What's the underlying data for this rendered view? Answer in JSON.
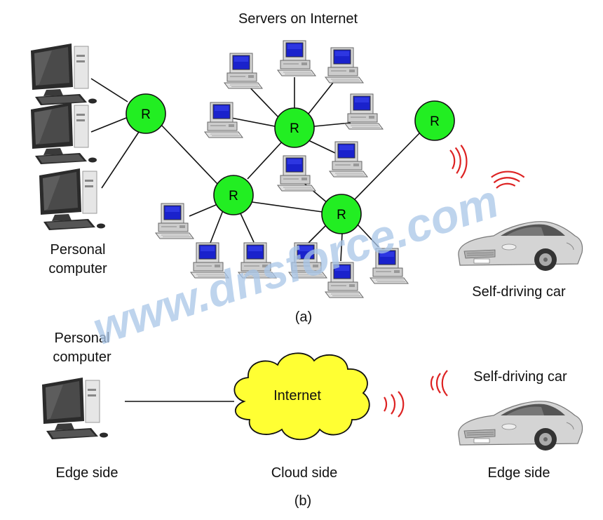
{
  "part_a": {
    "title": "Servers on Internet",
    "router_label": "R",
    "pc_label_line1": "Personal",
    "pc_label_line2": "computer",
    "car_label": "Self-driving car",
    "caption": "(a)"
  },
  "part_b": {
    "pc_label_line1": "Personal",
    "pc_label_line2": "computer",
    "cloud_label": "Internet",
    "car_label": "Self-driving car",
    "edge_left": "Edge side",
    "cloud_side": "Cloud side",
    "edge_right": "Edge side",
    "caption": "(b)"
  },
  "watermark": "www.dnsforce.com",
  "colors": {
    "router_fill": "#22ee22",
    "cloud_fill": "#ffff33",
    "signal": "#dd2222",
    "watermark": "#a9c6e8",
    "screen": "#1a22cc"
  }
}
